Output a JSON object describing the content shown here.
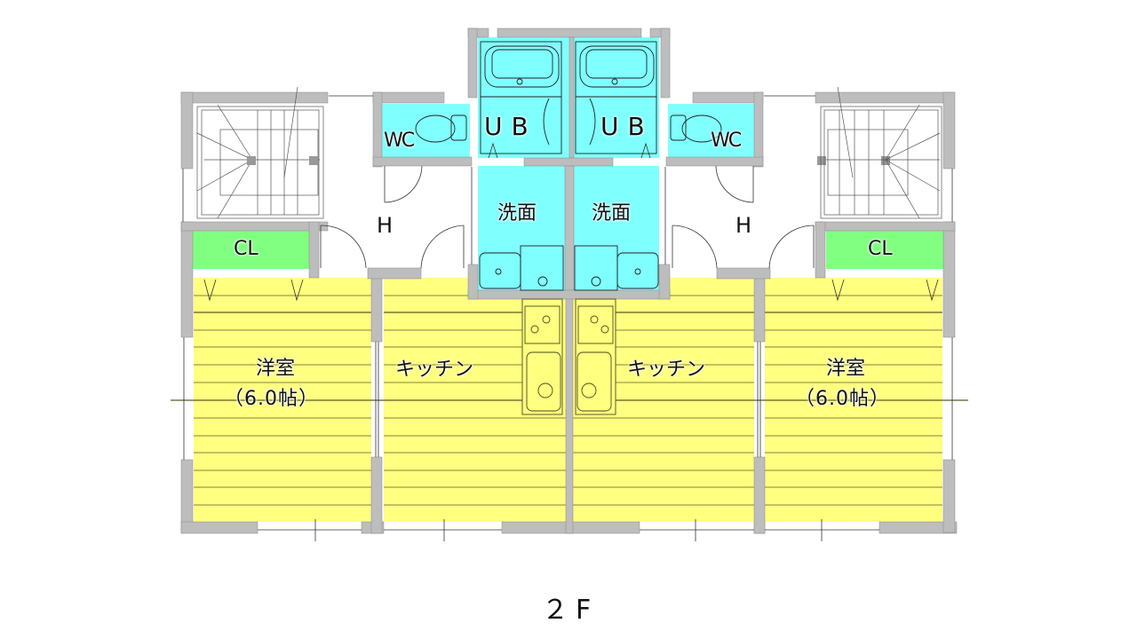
{
  "floor": {
    "label": "２F"
  },
  "colors": {
    "wall": "#bdbdbd",
    "wet_area": "#80ffff",
    "closet": "#80ff80",
    "floor_wood": "#ffff80",
    "line": "#222222"
  },
  "units": [
    {
      "side": "left",
      "rooms": {
        "wc": "WC",
        "ub": "UB",
        "washroom": "洗面",
        "hall": "H",
        "closet": "CL",
        "western_room": "洋室",
        "western_room_area": "（6.0帖）",
        "kitchen": "キッチン"
      }
    },
    {
      "side": "right",
      "rooms": {
        "wc": "WC",
        "ub": "UB",
        "washroom": "洗面",
        "hall": "H",
        "closet": "CL",
        "western_room": "洋室",
        "western_room_area": "（6.0帖）",
        "kitchen": "キッチン"
      }
    }
  ]
}
